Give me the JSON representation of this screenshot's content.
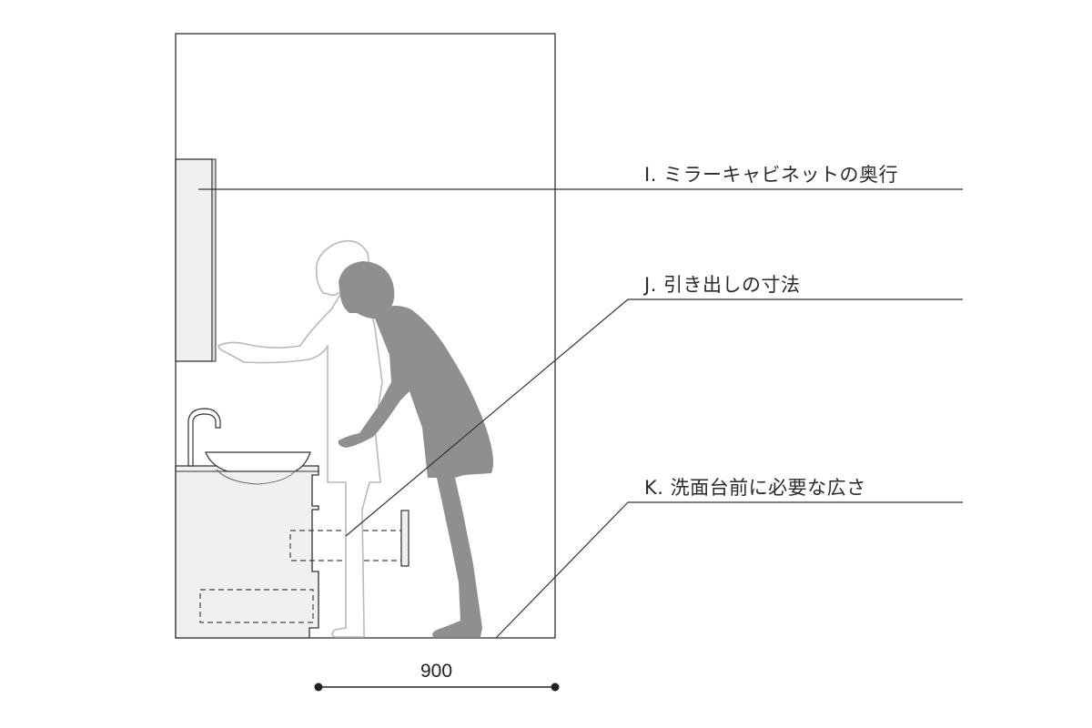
{
  "annotations": [
    {
      "id": "I",
      "label": "I. ミラーキャビネットの奥行"
    },
    {
      "id": "J",
      "label": "J. 引き出しの寸法"
    },
    {
      "id": "K",
      "label": "K. 洗面台前に必要な広さ"
    }
  ],
  "dimension": {
    "value": "900"
  },
  "colors": {
    "line": "#333333",
    "cabinet_fill": "#f0f0f0",
    "person_front": "#8f8f8f",
    "person_back_outline": "#bbbbbb",
    "mirror_edge": "#c8ccd0"
  }
}
